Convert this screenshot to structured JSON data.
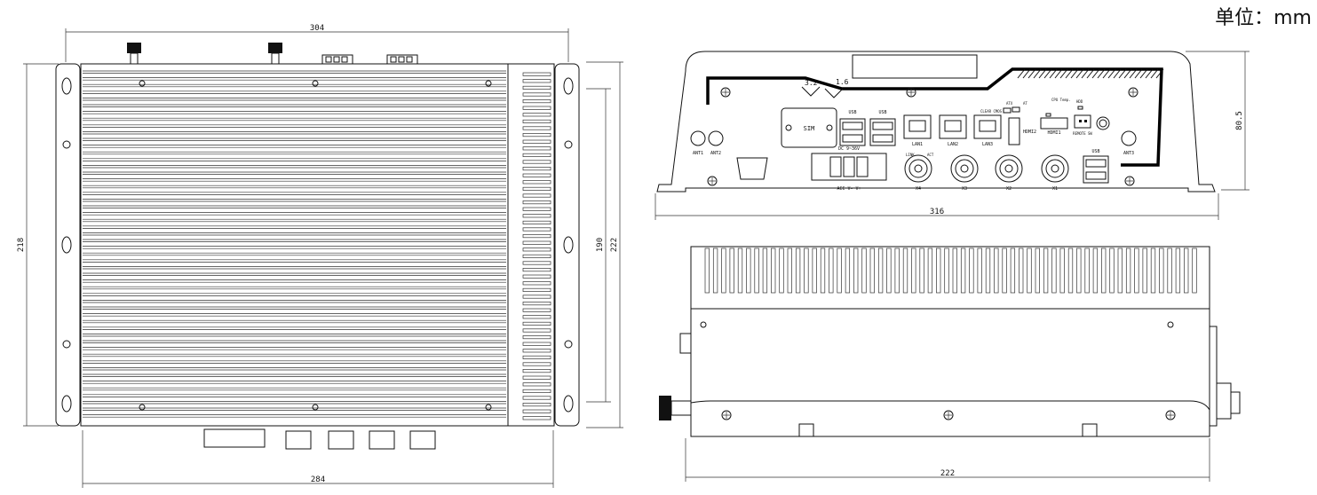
{
  "unit_label": "单位：mm",
  "top_view": {
    "dim_width_top": "304",
    "dim_width_bottom": "284",
    "dim_height_left": "218",
    "dim_height_inner": "190",
    "dim_height_right": "222"
  },
  "front_view": {
    "dim_width": "316",
    "dim_height": "80.5",
    "roughness_a": "3.2",
    "roughness_b": "1.6",
    "sim_label": "SIM",
    "usb_label_1": "USB",
    "usb_label_2": "USB",
    "usb_label_3": "USB",
    "lan1": "LAN1",
    "lan2": "LAN2",
    "lan3": "LAN3",
    "hdmi1": "HDMI1",
    "hdmi2": "HDMI2",
    "clear_cmos": "CLEAR CMOS",
    "atx": "ATX",
    "at": "AT",
    "cpu_temp": "CPU Temp.",
    "hdd": "HDD",
    "remote_sw": "REMOTE SW",
    "ant1": "ANT1",
    "ant2": "ANT2",
    "ant3": "ANT3",
    "dc_input": "DC 9~36V",
    "power_pins": "ACC  V-  V+",
    "x1": "X1",
    "x2": "X2",
    "x3": "X3",
    "x4": "X4",
    "link": "LINK",
    "act": "ACT"
  },
  "side_view": {
    "dim_width": "222"
  }
}
